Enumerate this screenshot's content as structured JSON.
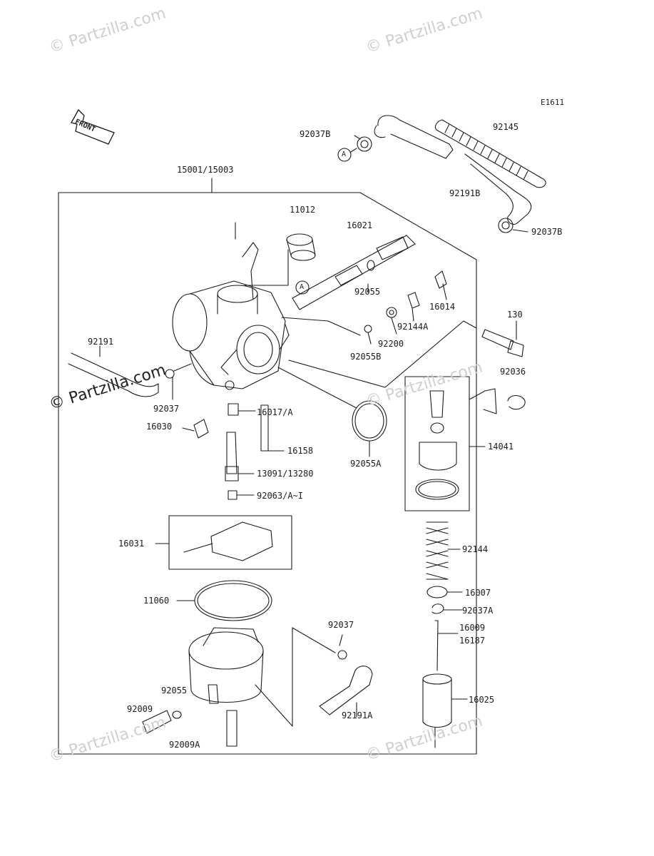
{
  "diagram": {
    "code": "E1611",
    "front_label": "FRONT",
    "watermark": "© Partzilla.com",
    "assembly_label": "15001/15003",
    "callout_a": "A",
    "parts": [
      {
        "label": "92037B"
      },
      {
        "label": "92145"
      },
      {
        "label": "92191B"
      },
      {
        "label": "92037B"
      },
      {
        "label": "11012"
      },
      {
        "label": "16021"
      },
      {
        "label": "92055"
      },
      {
        "label": "16014"
      },
      {
        "label": "130"
      },
      {
        "label": "92144A"
      },
      {
        "label": "92200"
      },
      {
        "label": "92055B"
      },
      {
        "label": "92036"
      },
      {
        "label": "92191"
      },
      {
        "label": "92037"
      },
      {
        "label": "16017/A"
      },
      {
        "label": "16030"
      },
      {
        "label": "16158"
      },
      {
        "label": "13091/13280"
      },
      {
        "label": "92063/A~I"
      },
      {
        "label": "92055A"
      },
      {
        "label": "14041"
      },
      {
        "label": "16031"
      },
      {
        "label": "92144"
      },
      {
        "label": "16007"
      },
      {
        "label": "11060"
      },
      {
        "label": "92037A"
      },
      {
        "label": "16009"
      },
      {
        "label": "16187"
      },
      {
        "label": "92037"
      },
      {
        "label": "92055"
      },
      {
        "label": "16025"
      },
      {
        "label": "92009"
      },
      {
        "label": "92191A"
      },
      {
        "label": "92009A"
      }
    ]
  }
}
